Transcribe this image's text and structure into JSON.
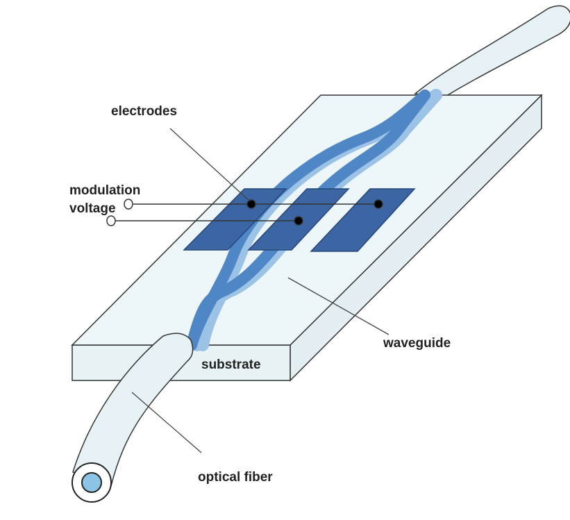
{
  "labels": {
    "electrodes": "electrodes",
    "modulation_voltage_line1": "modulation",
    "modulation_voltage_line2": "voltage",
    "waveguide": "waveguide",
    "substrate": "substrate",
    "optical_fiber": "optical fiber"
  },
  "colors": {
    "substrate": "#e8f3f6",
    "waveguide_dark": "#4f86c6",
    "waveguide_light": "#9cc2e6",
    "electrode": "#3b66a3",
    "fiber": "#e6f2f5",
    "fiber_core": "#8cc4e6"
  }
}
